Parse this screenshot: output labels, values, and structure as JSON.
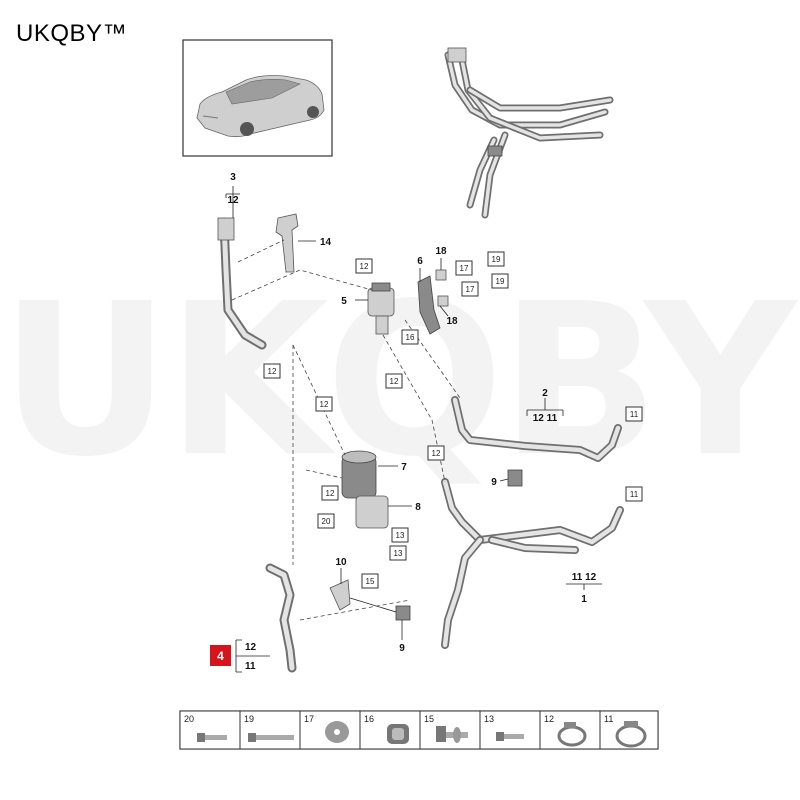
{
  "brand": {
    "text": "UKQBY™"
  },
  "watermark": {
    "text": "UKQBY™"
  },
  "callouts": [
    {
      "id": "c3",
      "num": "3",
      "ref": "12"
    },
    {
      "id": "c14",
      "num": "14"
    },
    {
      "id": "c18a",
      "num": "18"
    },
    {
      "id": "c6",
      "num": "6"
    },
    {
      "id": "c5",
      "num": "5"
    },
    {
      "id": "c18b",
      "num": "18"
    },
    {
      "id": "c2",
      "num": "2",
      "refs": "12 11"
    },
    {
      "id": "c7",
      "num": "7"
    },
    {
      "id": "c9a",
      "num": "9"
    },
    {
      "id": "c8",
      "num": "8"
    },
    {
      "id": "c10",
      "num": "10"
    },
    {
      "id": "c9b",
      "num": "9"
    },
    {
      "id": "c1",
      "num": "1",
      "refs": "11 12"
    },
    {
      "id": "c4",
      "num": "4",
      "ref_top": "12",
      "ref_bottom": "11"
    }
  ],
  "ref_boxes": [
    "12",
    "17",
    "19",
    "17",
    "19",
    "12",
    "16",
    "12",
    "12",
    "12",
    "11",
    "12",
    "11",
    "20",
    "20",
    "13",
    "13",
    "15"
  ],
  "legend": [
    {
      "num": "20",
      "icon": "bolt-short-icon"
    },
    {
      "num": "19",
      "icon": "bolt-long-icon"
    },
    {
      "num": "17",
      "icon": "washer-icon"
    },
    {
      "num": "16",
      "icon": "grommet-icon"
    },
    {
      "num": "15",
      "icon": "bolt-washer-icon"
    },
    {
      "num": "13",
      "icon": "screw-icon"
    },
    {
      "num": "12",
      "icon": "hose-clamp-small-icon"
    },
    {
      "num": "11",
      "icon": "hose-clamp-large-icon"
    }
  ],
  "colors": {
    "highlight": "#d6141e",
    "line": "#222222",
    "pipe": "#6f6f6f"
  }
}
